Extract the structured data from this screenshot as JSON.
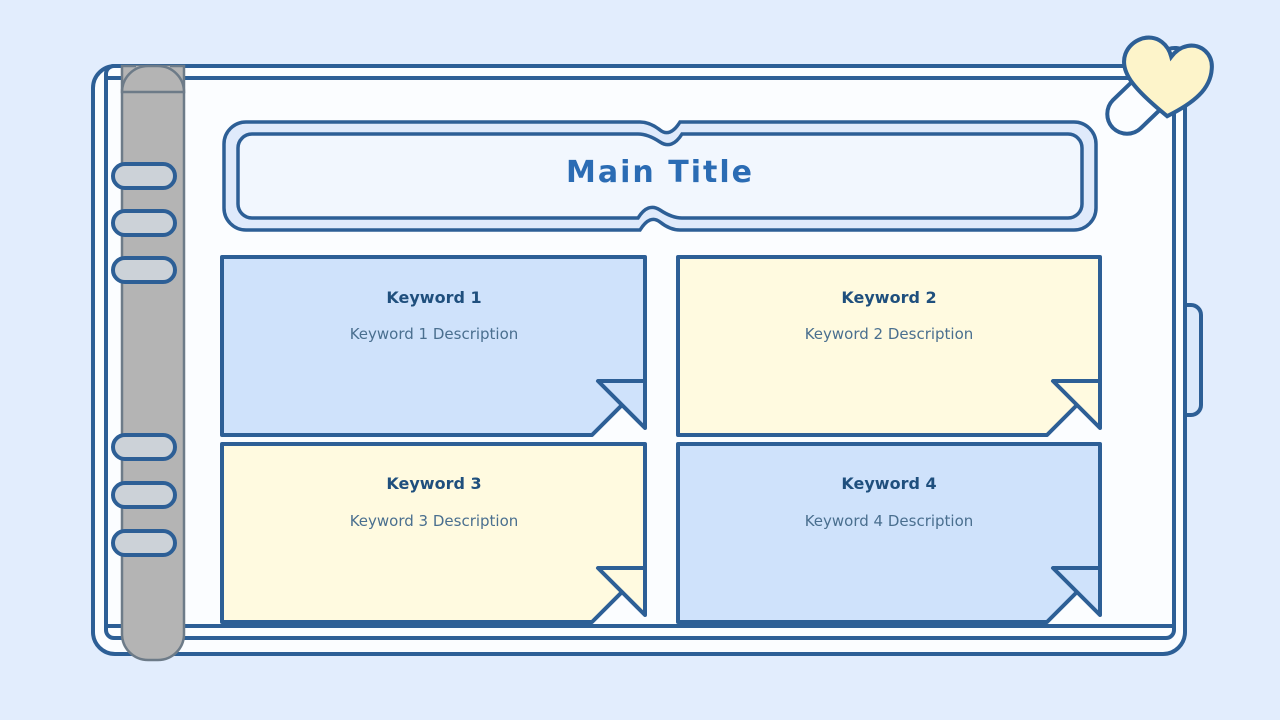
{
  "background_color": "#e2edfd",
  "theme": {
    "outline": "#2d5f96",
    "outline_dark": "#26557f",
    "page_fill": "#fbfdff",
    "spine_fill": "#b4b4b4",
    "ring_fill": "#ccd2d8",
    "title_fill": "#f2f7fe",
    "title_text_color": "#2b6cb4",
    "card_blue": "#cfe2fb",
    "card_cream": "#fffae0",
    "heart_fill": "#fdf4ca",
    "keyword_color": "#1f4f7d",
    "description_color": "#4a6f8f"
  },
  "notebook": {
    "title_banner": {
      "text": "Main Title"
    },
    "spine": {
      "name": "notebook-spine",
      "ring_count": 6
    },
    "decorations": {
      "heart_bookmark": "heart-icon",
      "pin_clip": "pin-icon",
      "side_tab": "side-tab"
    }
  },
  "cards": [
    {
      "id": "keyword-1",
      "title": "Keyword 1",
      "description": "Keyword 1 Description",
      "fill": "#cfe2fb"
    },
    {
      "id": "keyword-2",
      "title": "Keyword 2",
      "description": "Keyword 2 Description",
      "fill": "#fffae0"
    },
    {
      "id": "keyword-3",
      "title": "Keyword 3",
      "description": "Keyword 3 Description",
      "fill": "#fffae0"
    },
    {
      "id": "keyword-4",
      "title": "Keyword 4",
      "description": "Keyword 4 Description",
      "fill": "#cfe2fb"
    }
  ]
}
